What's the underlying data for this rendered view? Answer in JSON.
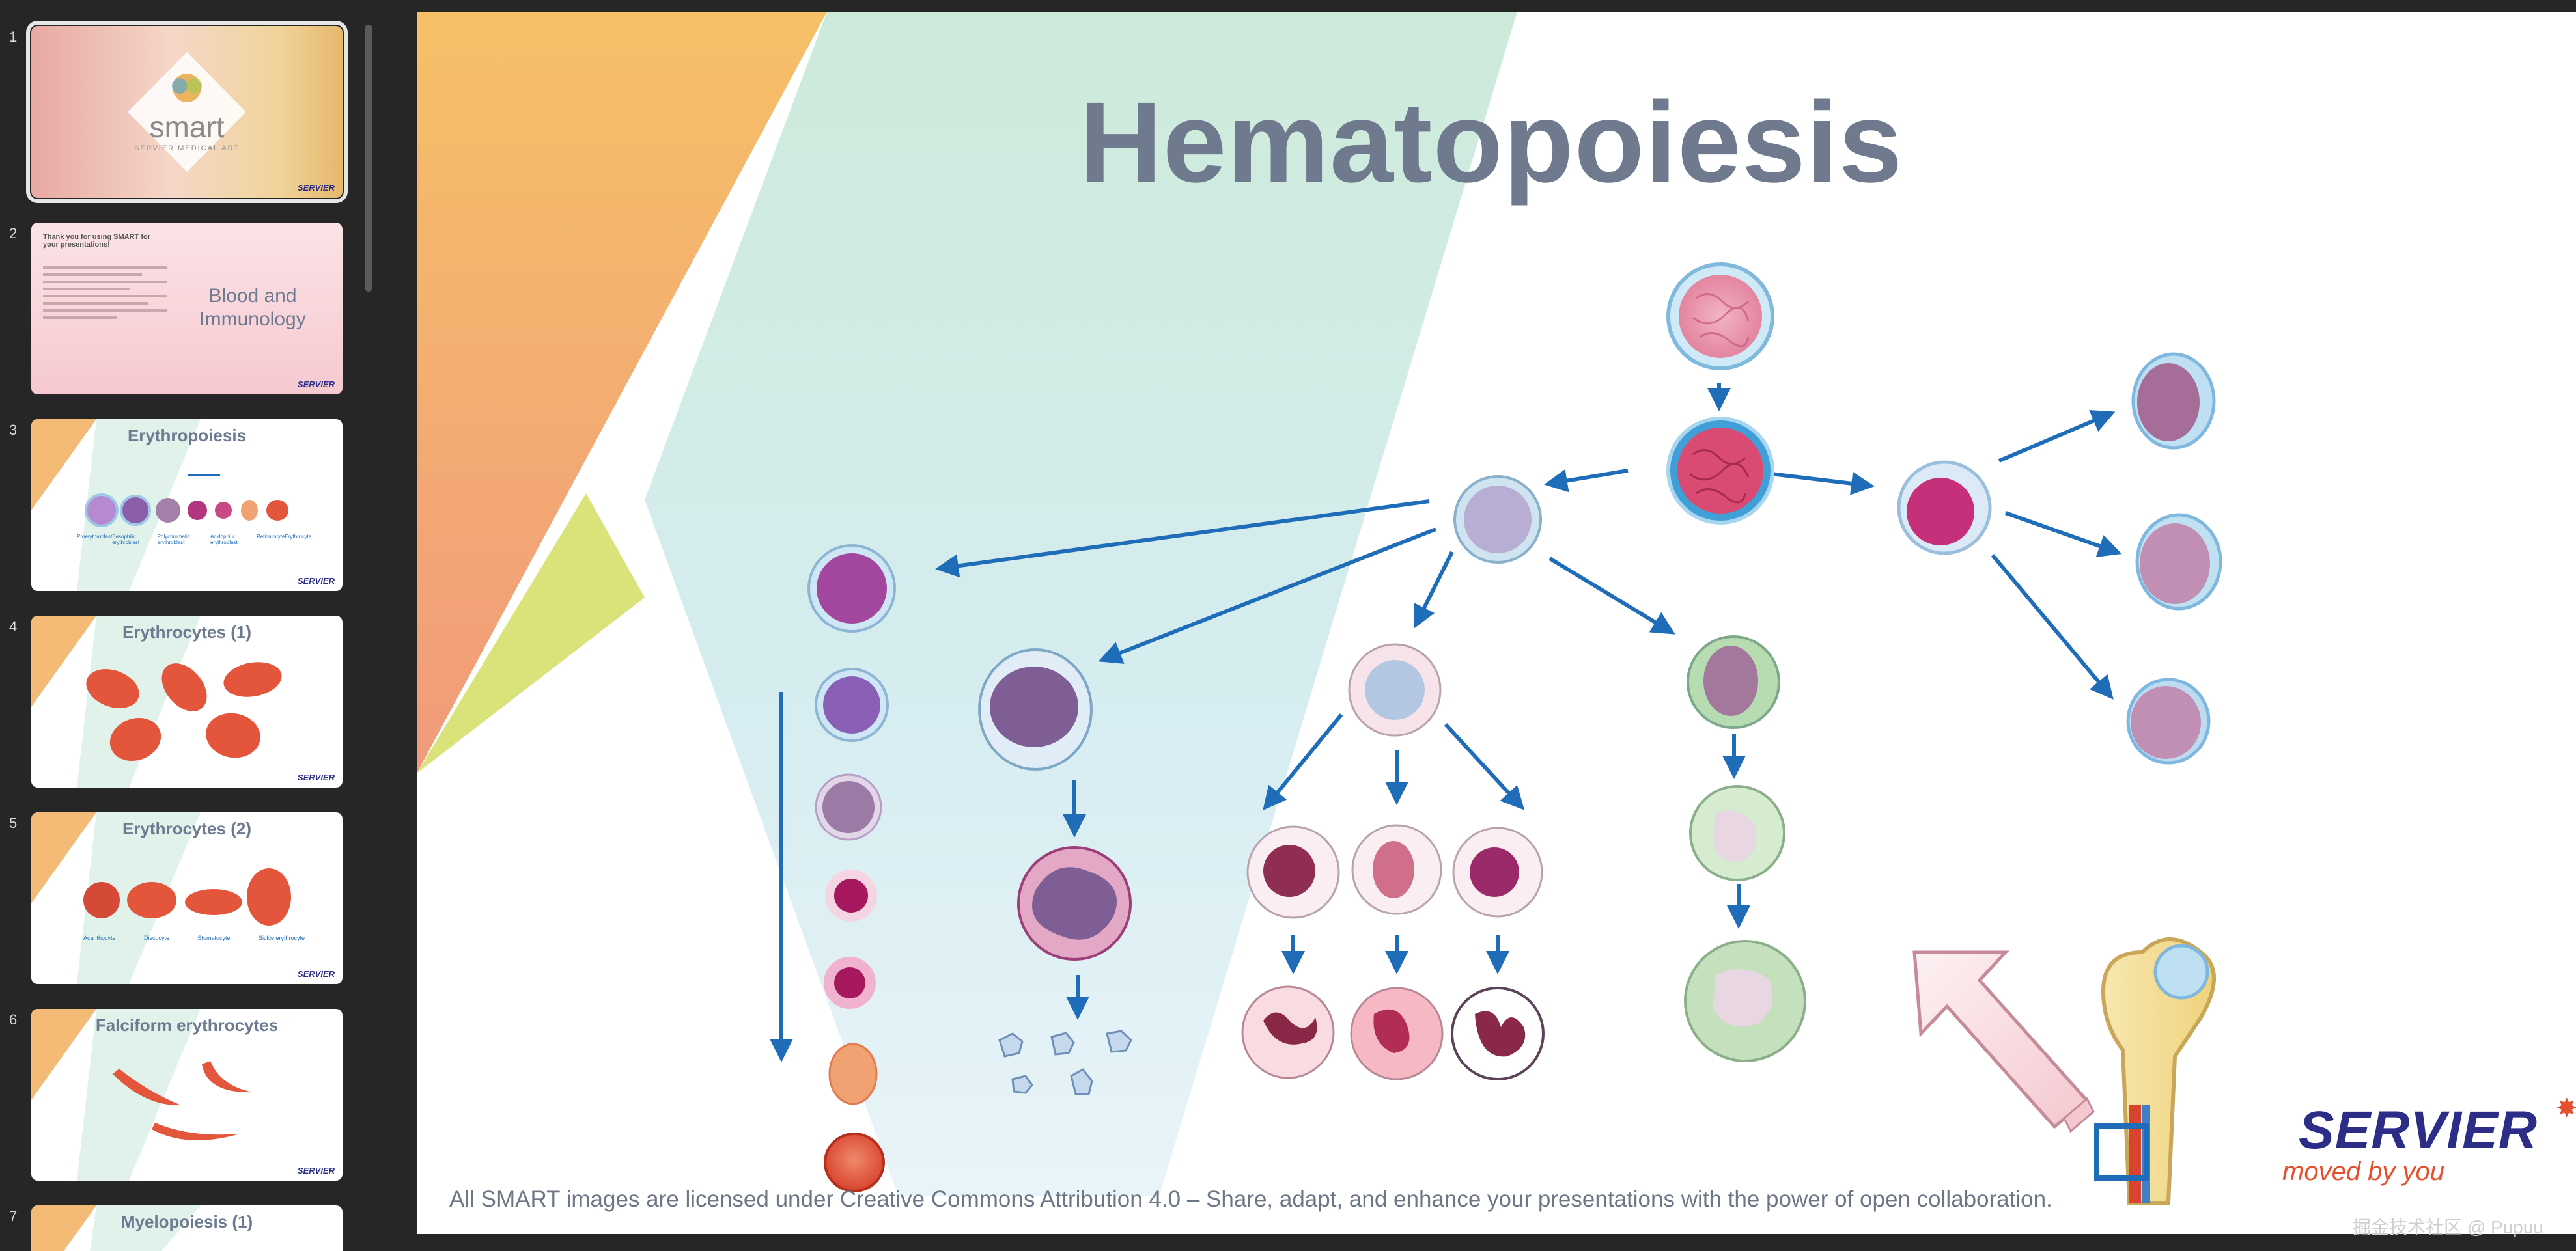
{
  "thumbnails": [
    {
      "number": "1",
      "title": "",
      "logo": "smart",
      "logo_sub": "SERVIER MEDICAL ART",
      "footer": "SERVIER"
    },
    {
      "number": "2",
      "title": "Blood and Immunology",
      "intro": "Thank you for using SMART for your presentations!",
      "footer": "SERVIER"
    },
    {
      "number": "3",
      "title": "Erythropoiesis",
      "labels": [
        "Proerythroblast",
        "Basophilic erythroblast",
        "Polychromatic erythroblast",
        "Acidophilic erythroblast",
        "Reticulocyte",
        "Erythrocyte"
      ],
      "footer": "SERVIER"
    },
    {
      "number": "4",
      "title": "Erythrocytes (1)",
      "footer": "SERVIER"
    },
    {
      "number": "5",
      "title": "Erythrocytes (2)",
      "labels": [
        "Acanthocyte",
        "Discocyte",
        "Stomatocyte",
        "Sickle erythrocyte"
      ],
      "footer": "SERVIER"
    },
    {
      "number": "6",
      "title": "Falciform erythrocytes",
      "footer": "SERVIER"
    },
    {
      "number": "7",
      "title": "Myelopoiesis (1)"
    }
  ],
  "slide": {
    "title": "Hematopoiesis",
    "license": "All SMART images are licensed under Creative Commons Attribution 4.0 – Share, adapt, and enhance your presentations with the power of open collaboration.",
    "logo_name": "SERVIER",
    "logo_tagline": "moved by you"
  },
  "watermark": "掘金技术社区 @ Pupuu",
  "colors": {
    "arrow": "#1f6db8",
    "title": "#6f7a8f",
    "brand": "#2b2d87",
    "brand_accent": "#e4502d"
  }
}
